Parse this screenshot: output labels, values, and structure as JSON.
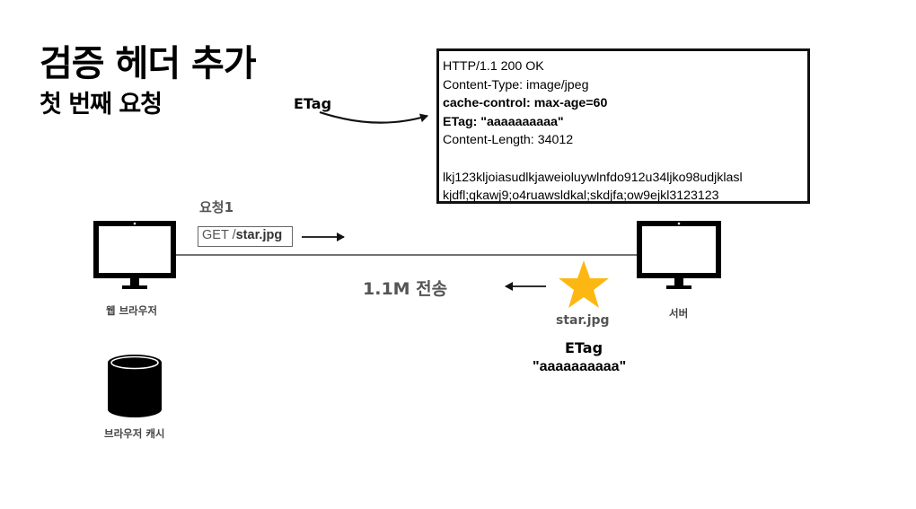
{
  "title": "검증 헤더 추가",
  "subtitle": "첫 번째 요청",
  "etag_label": "ETag",
  "response": {
    "lines": [
      {
        "text": "HTTP/1.1 200 OK",
        "bold": false
      },
      {
        "text": "Content-Type: image/jpeg",
        "bold": false
      },
      {
        "text": "cache-control: max-age=60",
        "bold": true
      },
      {
        "text": "ETag: \"aaaaaaaaaa\"",
        "bold": true
      },
      {
        "text": "Content-Length: 34012",
        "bold": false
      },
      {
        "text": "",
        "bold": false
      },
      {
        "text": "lkj123kljoiasudlkjaweioluywlnfdo912u34ljko98udjklasl",
        "bold": false
      },
      {
        "text": "kjdfl;qkawj9;o4ruawsldkal;skdjfa;ow9ejkl3123123",
        "bold": false
      }
    ]
  },
  "request": {
    "label": "요청1",
    "method": "GET /",
    "path": "star.jpg"
  },
  "transfer_label": "1.1M 전송",
  "client": {
    "label": "웹 브라우저"
  },
  "server": {
    "label": "서버"
  },
  "cache": {
    "label": "브라우저 캐시"
  },
  "resource": {
    "name": "star.jpg",
    "etag_title": "ETag",
    "etag_value": "\"aaaaaaaaaa\""
  },
  "colors": {
    "star": "#FDB713",
    "text_gray": "#555555"
  }
}
